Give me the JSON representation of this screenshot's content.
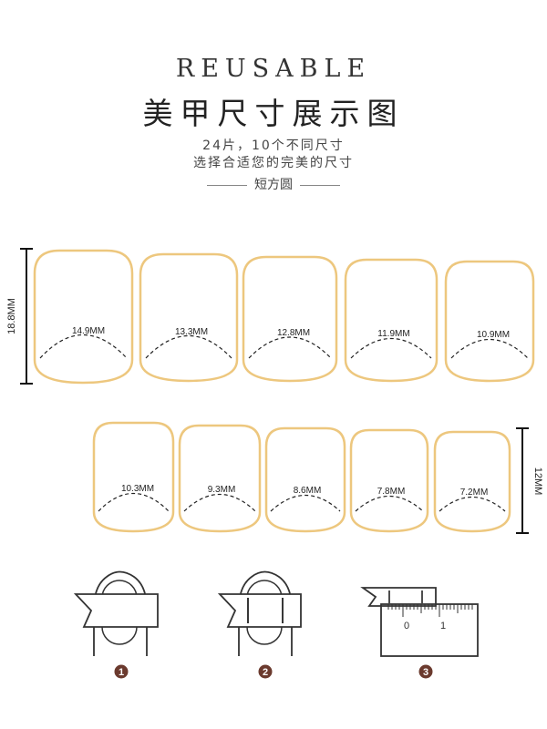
{
  "header": {
    "brand": "REUSABLE",
    "title": "美甲尺寸展示图",
    "subtitle_line1": "24片，10个不同尺寸",
    "subtitle_line2": "选择合适您的完美的尺寸",
    "shape": "短方圆"
  },
  "size_chart": {
    "row1_height_label": "18.8MM",
    "row2_height_label": "12MM",
    "row1_widths": [
      "14.9MM",
      "13.3MM",
      "12.8MM",
      "11.9MM",
      "10.9MM"
    ],
    "row2_widths": [
      "10.3MM",
      "9.3MM",
      "8.6MM",
      "7.8MM",
      "7.2MM"
    ],
    "outline_color": "#EDC77E"
  },
  "steps": {
    "labels": [
      "1",
      "2",
      "3"
    ],
    "ruler_ticks": [
      "0",
      "1"
    ],
    "badge_color": "#6B3A2E"
  }
}
